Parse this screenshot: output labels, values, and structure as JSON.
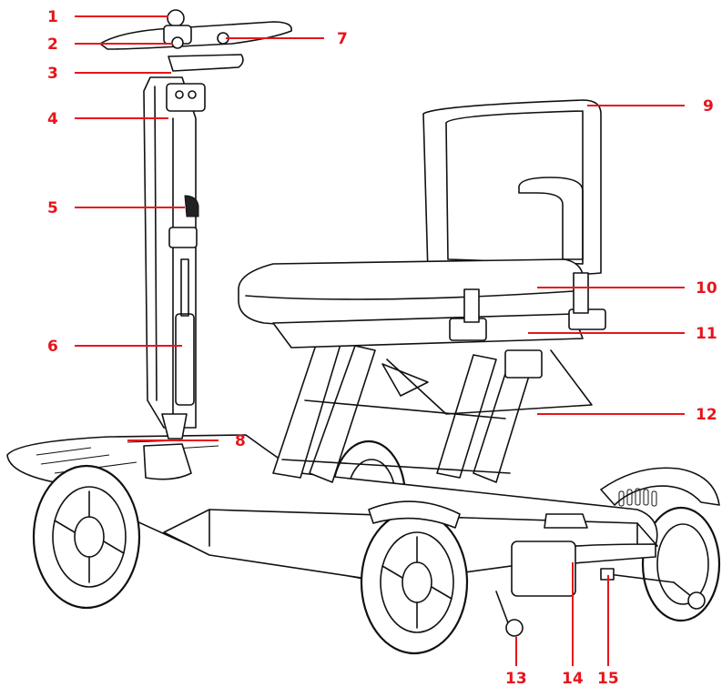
{
  "figure": {
    "subject": "folding-mobility-scooter-line-drawing",
    "callout_color": "#e8141b",
    "callouts": [
      {
        "number": "1"
      },
      {
        "number": "2"
      },
      {
        "number": "3"
      },
      {
        "number": "4"
      },
      {
        "number": "5"
      },
      {
        "number": "6"
      },
      {
        "number": "7"
      },
      {
        "number": "8"
      },
      {
        "number": "9"
      },
      {
        "number": "10"
      },
      {
        "number": "11"
      },
      {
        "number": "12"
      },
      {
        "number": "13"
      },
      {
        "number": "14"
      },
      {
        "number": "15"
      }
    ]
  }
}
